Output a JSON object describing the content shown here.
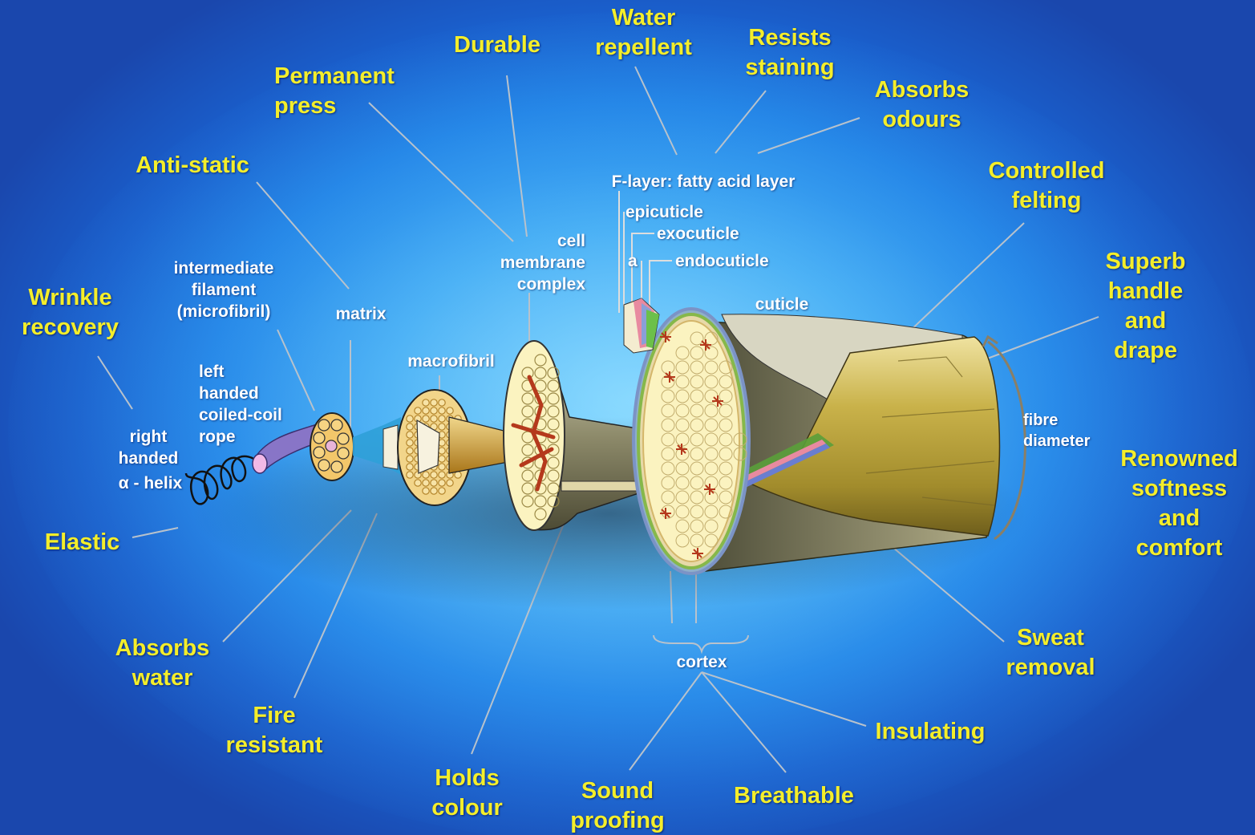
{
  "properties": {
    "water_repellent": "Water\nrepellent",
    "resists_staining": "Resists\nstaining",
    "durable": "Durable",
    "absorbs_odours": "Absorbs\nodours",
    "permanent_press": "Permanent\npress",
    "anti_static": "Anti-static",
    "controlled_felting": "Controlled\nfelting",
    "superb_handle": "Superb\nhandle\nand\ndrape",
    "wrinkle_recovery": "Wrinkle\nrecovery",
    "renowned_softness": "Renowned\nsoftness\nand\ncomfort",
    "elastic": "Elastic",
    "absorbs_water": "Absorbs\nwater",
    "fire_resistant": "Fire\nresistant",
    "holds_colour": "Holds\ncolour",
    "sound_proofing": "Sound\nproofing",
    "breathable": "Breathable",
    "insulating": "Insulating",
    "sweat_removal": "Sweat\nremoval"
  },
  "parts": {
    "f_layer": "F-layer: fatty acid layer",
    "epicuticle": "epicuticle",
    "exocuticle": "exocuticle",
    "a": "a",
    "endocuticle": "endocuticle",
    "cuticle": "cuticle",
    "cell_membrane_complex": "cell\nmembrane\ncomplex",
    "intermediate_filament": "intermediate\nfilament\n(microfibril)",
    "matrix": "matrix",
    "macrofibril": "macrofibril",
    "left_handed": "left\nhanded\ncoiled-coil\nrope",
    "right_handed": "right\nhanded",
    "alpha_helix": "α - helix",
    "fibre_diameter": "fibre\ndiameter",
    "cortex": "cortex"
  },
  "colors": {
    "property_text": "#f4ee2a",
    "part_text": "#ffffff",
    "leader_line": "#b8c2cc",
    "fibre_gold": "#c9b24a",
    "cortex_fill": "#fbf3c0",
    "cortical_red": "#b5391c"
  }
}
